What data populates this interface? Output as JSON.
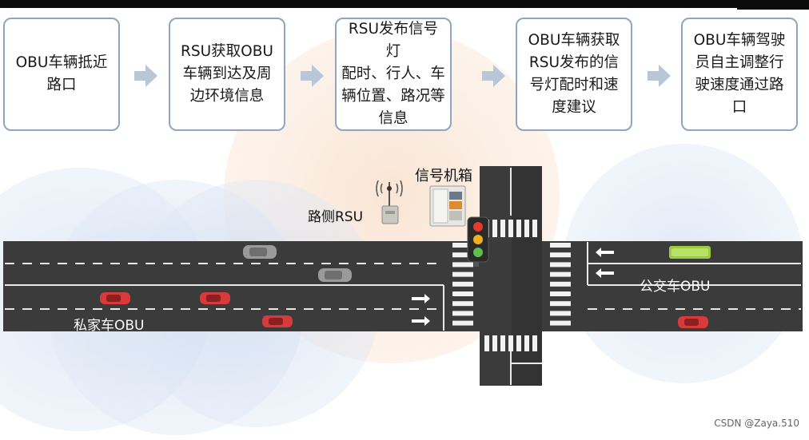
{
  "steps": [
    {
      "lines": [
        "OBU车辆抵近",
        "路口"
      ]
    },
    {
      "lines": [
        "RSU获取OBU",
        "车辆到达及周",
        "边环境信息"
      ]
    },
    {
      "lines": [
        "RSU发布信号灯",
        "配时、行人、车",
        "辆位置、路况等",
        "信息"
      ]
    },
    {
      "lines": [
        "OBU车辆获取",
        "RSU发布的信",
        "号灯配时和速",
        "度建议"
      ]
    },
    {
      "lines": [
        "OBU车辆驾驶",
        "员自主调整行",
        "驶速度通过路",
        "口"
      ]
    }
  ],
  "labels": {
    "signal_cabinet": "信号机箱",
    "roadside_rsu": "路侧RSU",
    "private_car_obu": "私家车OBU",
    "bus_obu": "公交车OBU"
  },
  "watermark": "CSDN @Zaya.510",
  "colors": {
    "road": "#3b3b3b",
    "box_border": "#8ea6c2",
    "arrow": "#b8c6d8",
    "car_red": "#d63a3a",
    "car_gray": "#8f8f8f",
    "bus_green": "#9acd3c"
  }
}
